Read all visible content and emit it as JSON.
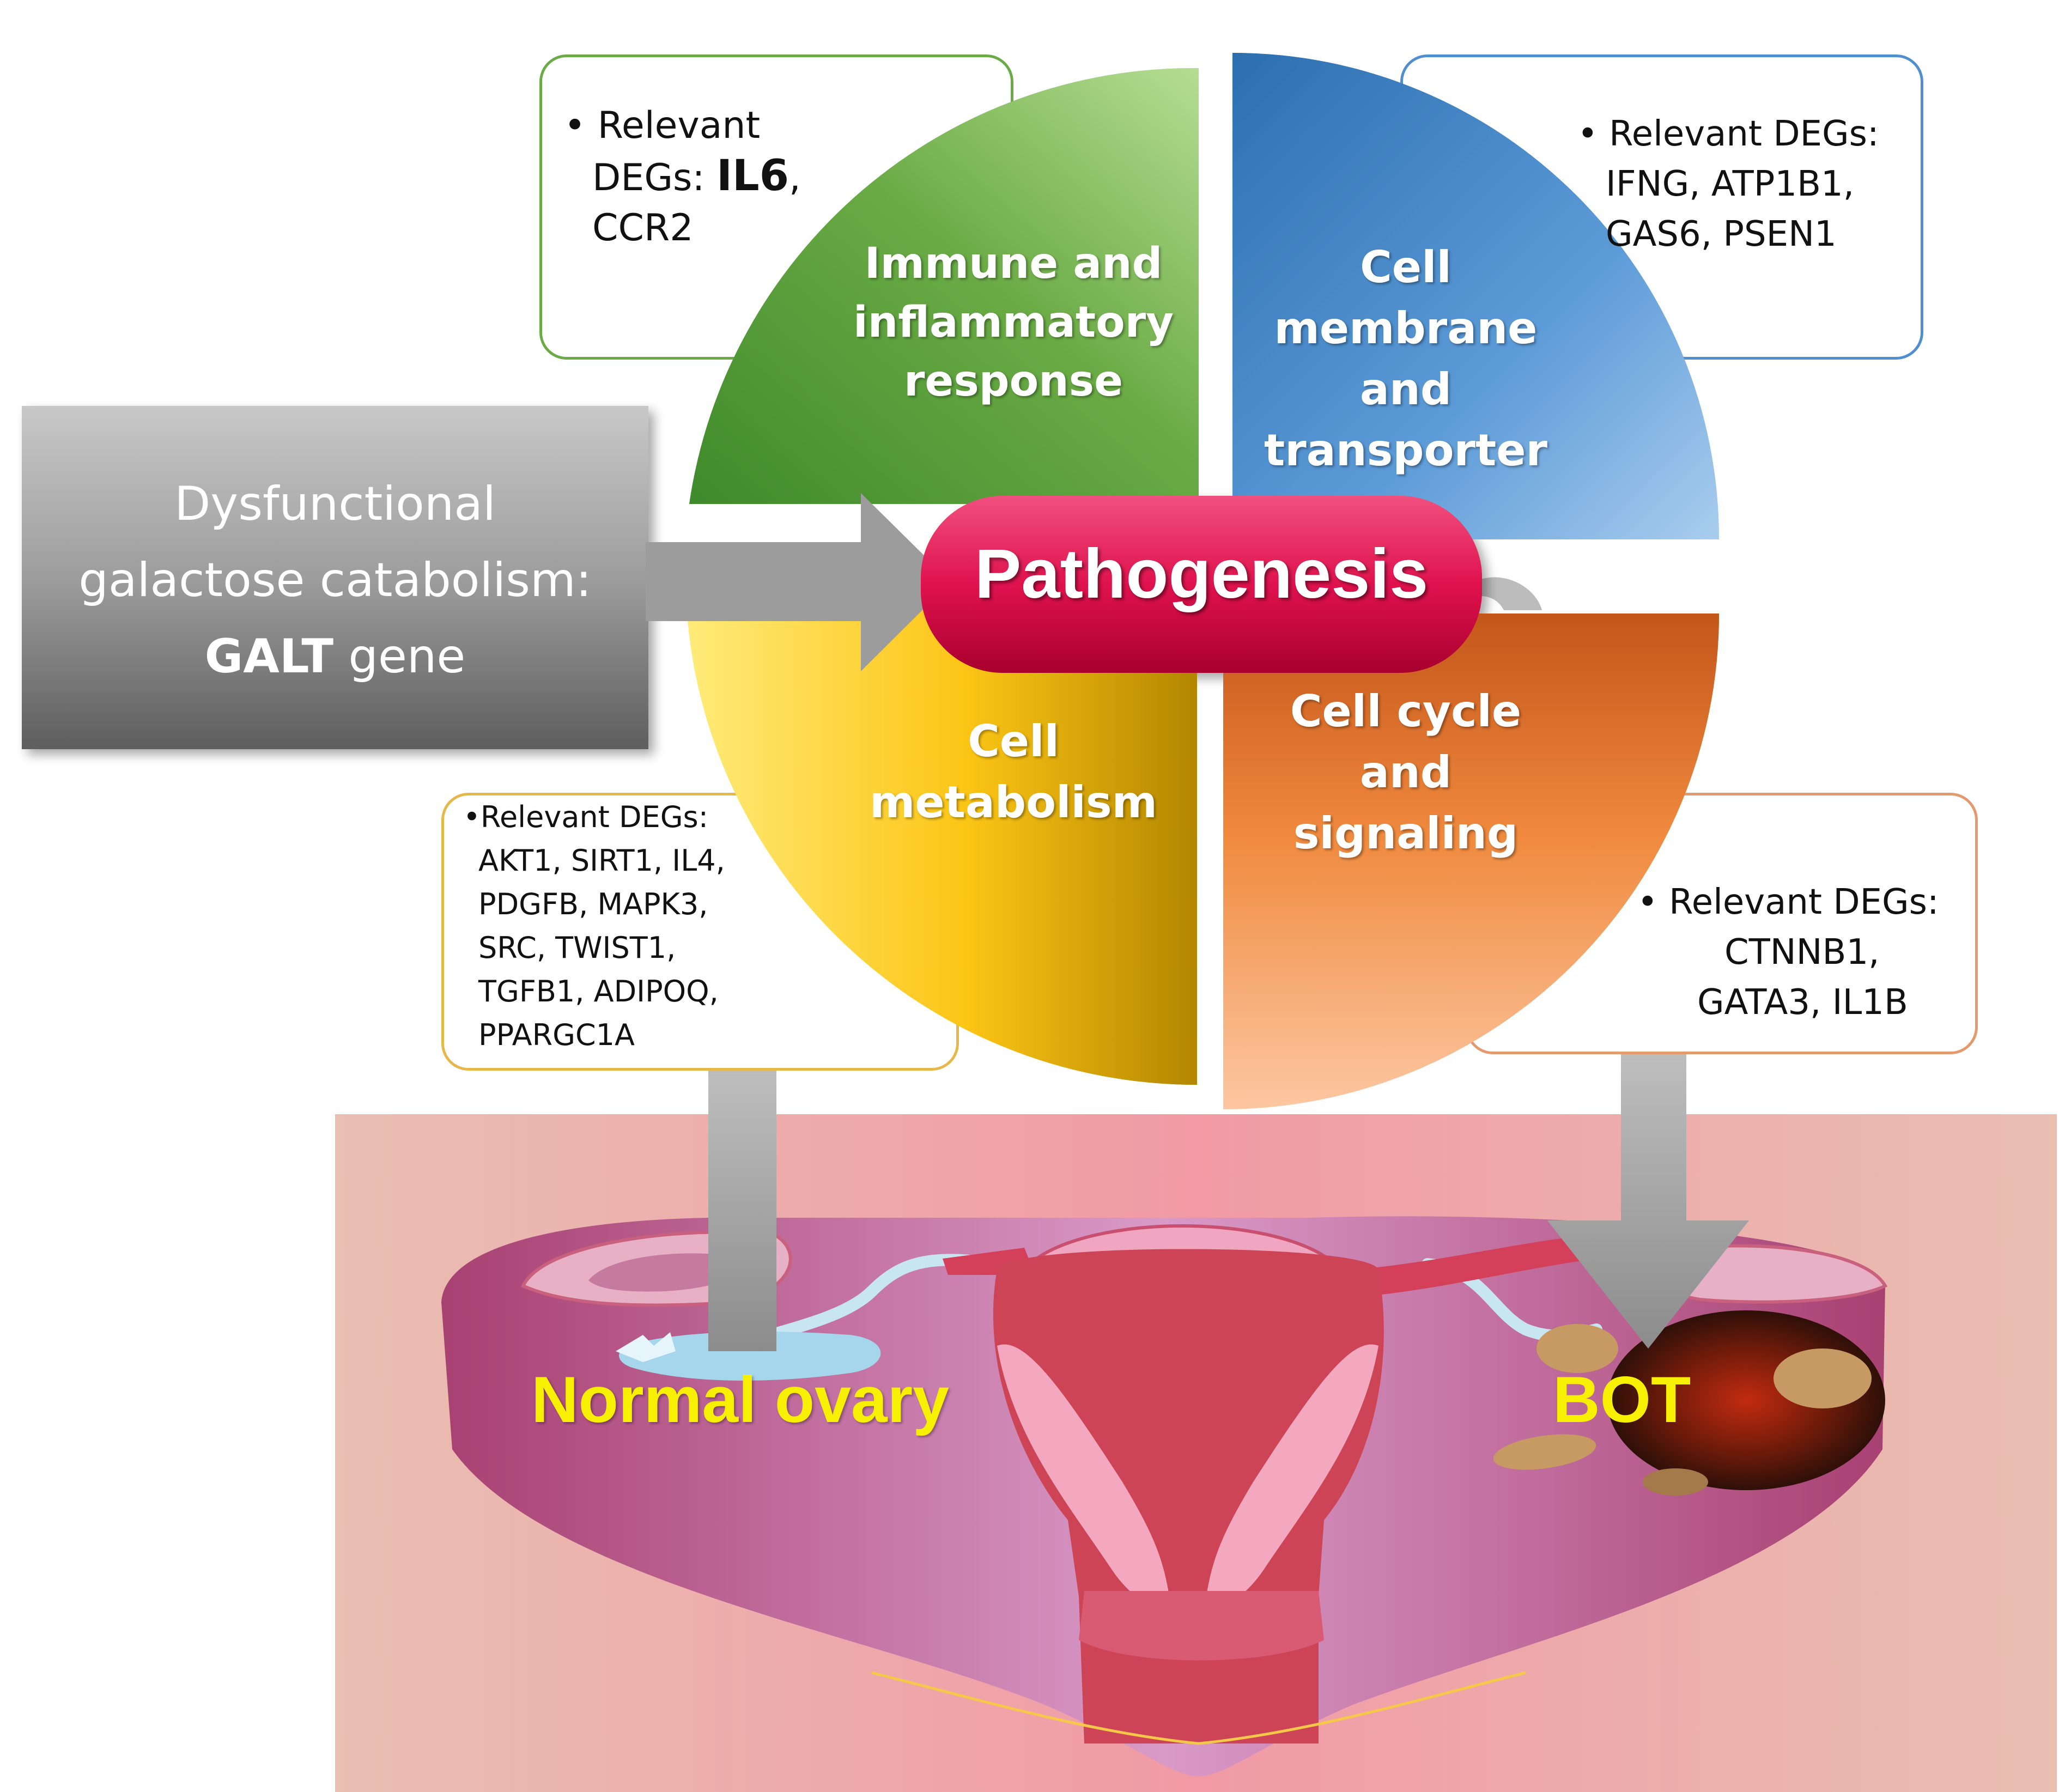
{
  "source_box": {
    "line1": "Dysfunctional",
    "line2": "galactose catabolism:",
    "gene": "GALT",
    "suffix": " gene"
  },
  "center_label": "Pathogenesis",
  "quadrants": {
    "immune": {
      "label": "Immune and\ninflammatory\nresponse",
      "color": "#6aab45",
      "degs_prefix": "Relevant",
      "degs_line2": "DEGs: ",
      "degs_bold": "IL6",
      "degs_after_bold": ",",
      "degs_line3": "CCR2"
    },
    "membrane": {
      "label": "Cell\nmembrane\nand\ntransporter",
      "color": "#4f8fcf",
      "degs": [
        "Relevant DEGs:",
        "IFNG, ATP1B1,",
        "GAS6, PSEN1"
      ]
    },
    "metabolism": {
      "label": "Cell\nmetabolism",
      "color": "#f0c010",
      "degs": [
        "Relevant DEGs:",
        "AKT1, SIRT1, IL4,",
        "PDGFB, MAPK3,",
        "SRC, TWIST1,",
        "TGFB1, ADIPOQ,",
        "PPARGC1A"
      ]
    },
    "cycle": {
      "label": "Cell cycle\nand\nsignaling",
      "color": "#e8772e",
      "degs": [
        "Relevant DEGs:",
        "CTNNB1,",
        "GATA3, IL1B"
      ]
    }
  },
  "anatomy": {
    "normal_label": "Normal ovary",
    "bot_label": "BOT",
    "label_color": "#f7f000"
  }
}
